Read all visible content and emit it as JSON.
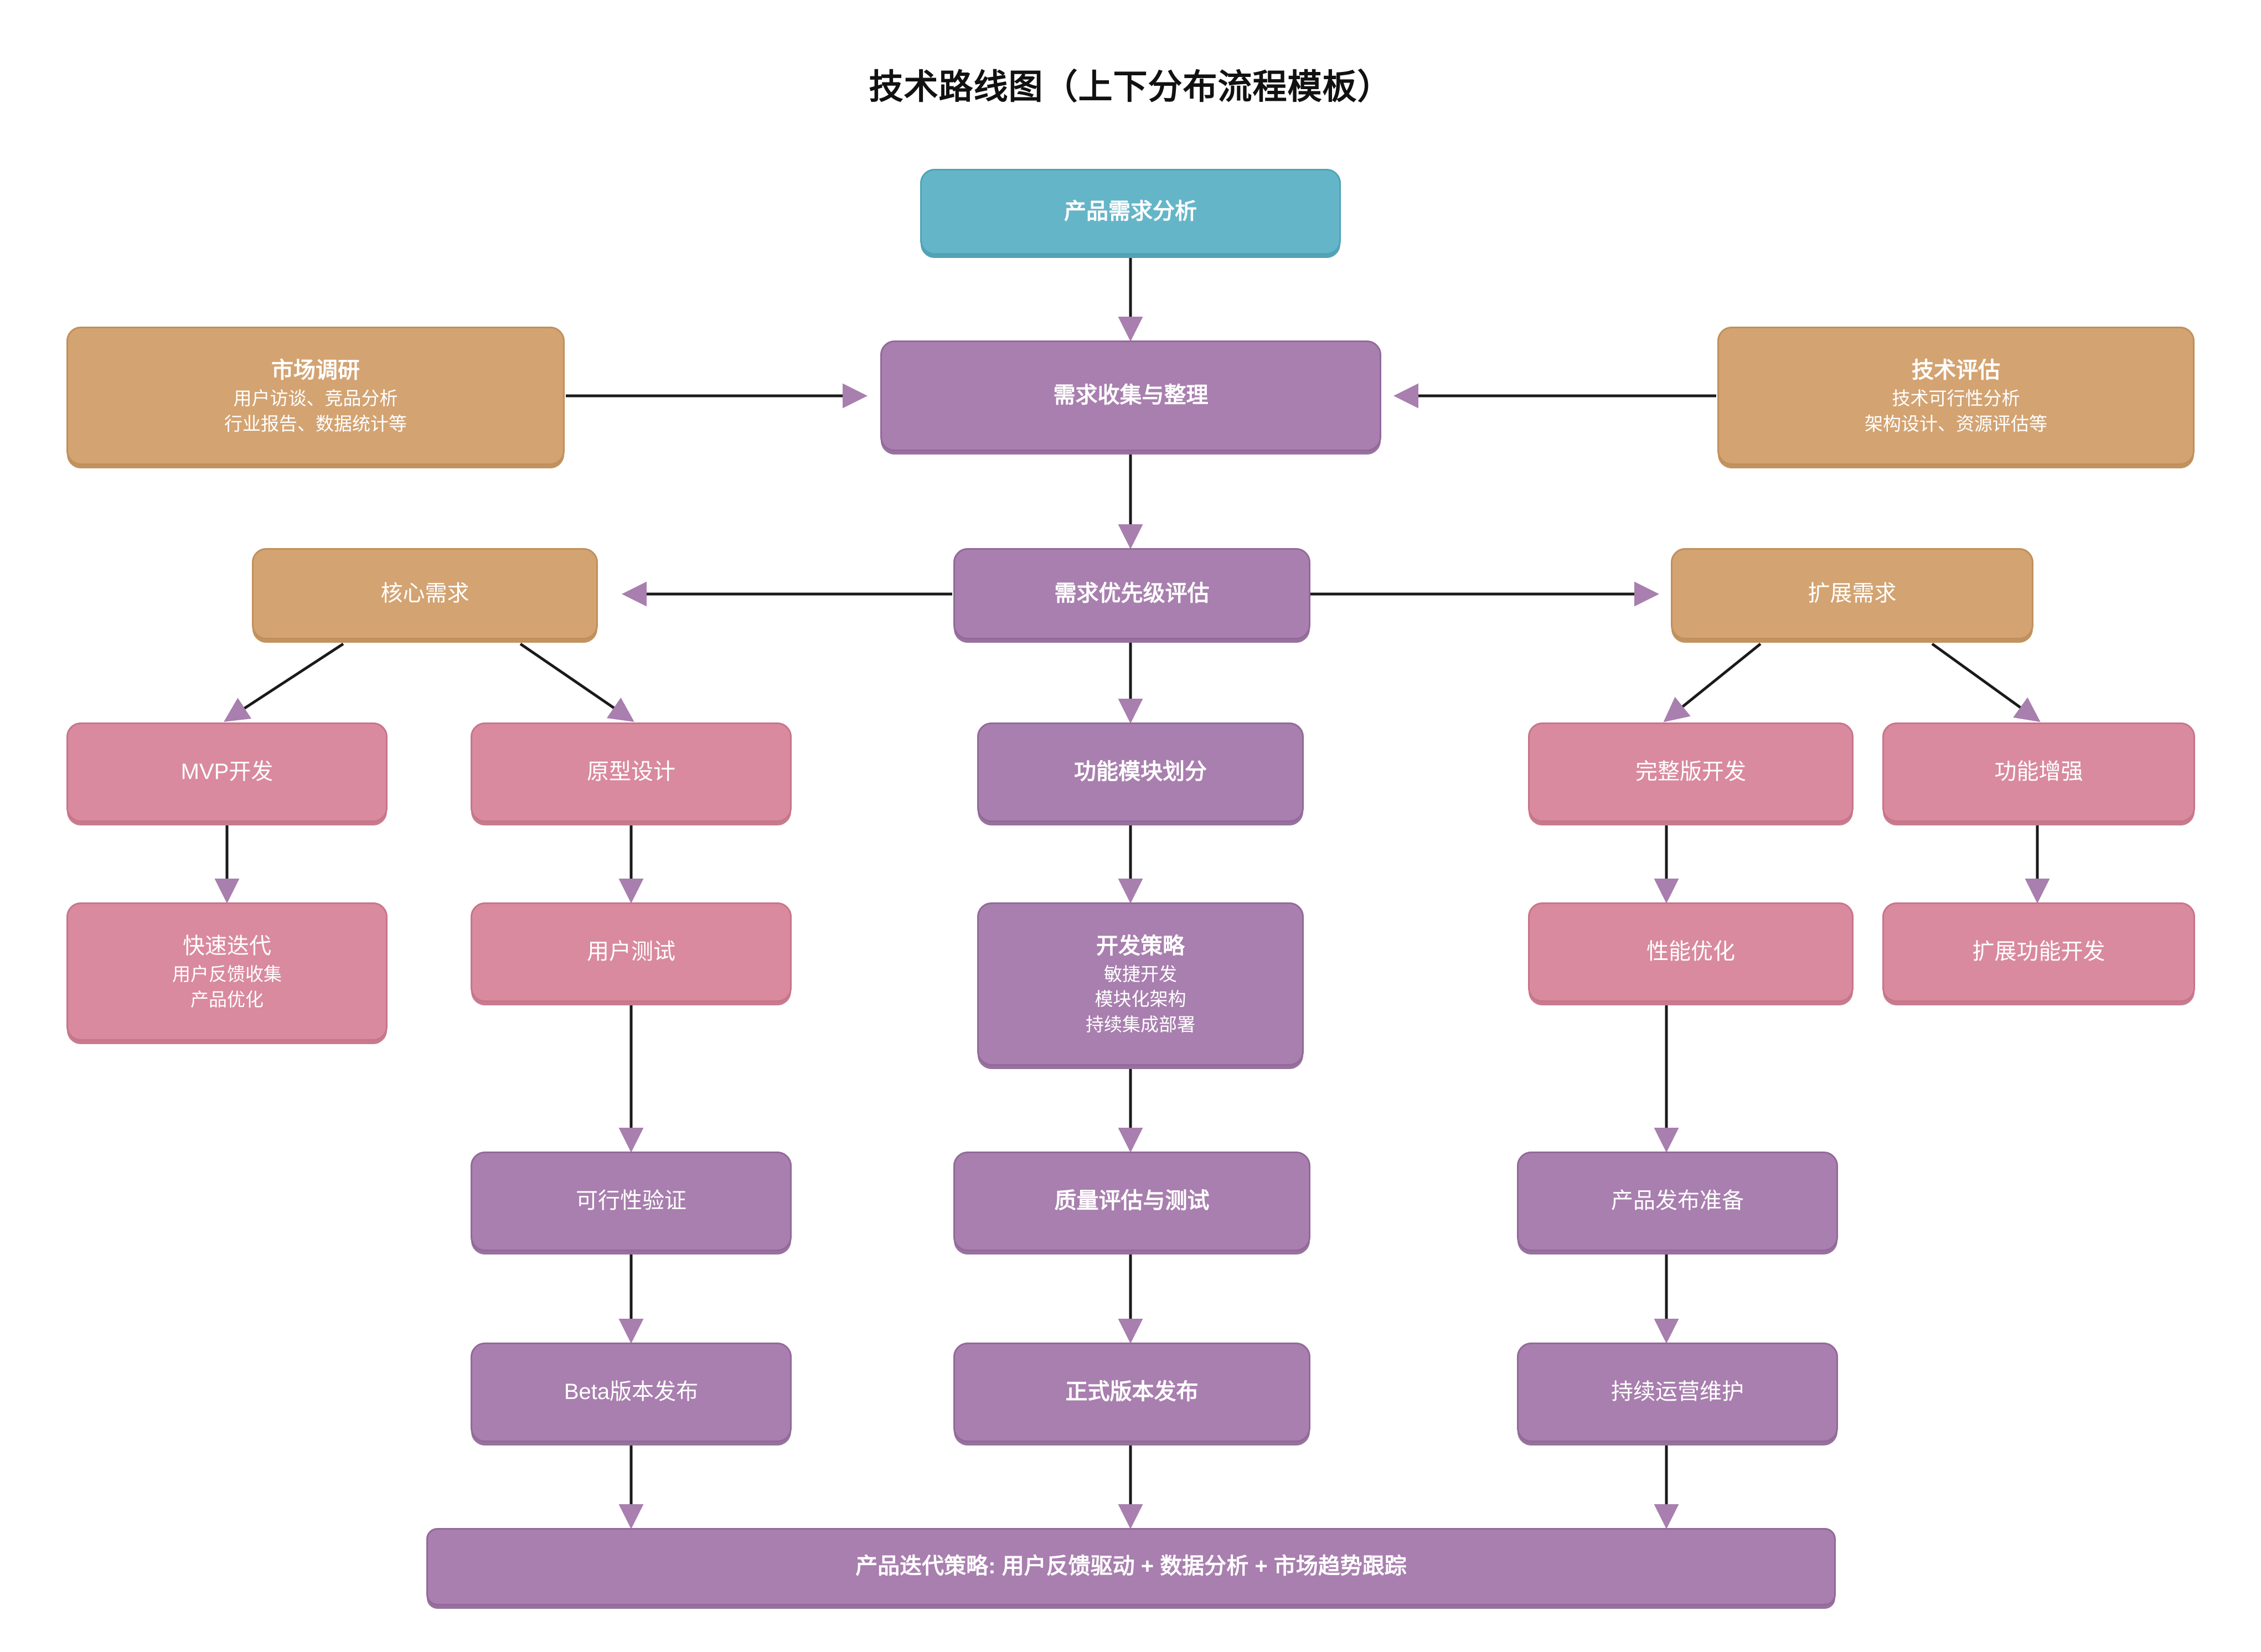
{
  "title": "技术路线图（上下分布流程模板）",
  "colors": {
    "teal": "#65b5c8",
    "tan": "#d3a372",
    "purple": "#a87fae",
    "pink": "#d98a9e",
    "arrow": "#a87fae",
    "line": "#1a1a1a",
    "text": "#ffffff",
    "title": "#111111",
    "background": "#ffffff"
  },
  "nodes": {
    "product_requirement_analysis": {
      "title": "产品需求分析",
      "subs": []
    },
    "market_research": {
      "title": "市场调研",
      "subs": [
        "用户访谈、竞品分析",
        "行业报告、数据统计等"
      ]
    },
    "requirement_collection": {
      "title": "需求收集与整理",
      "subs": []
    },
    "technical_assessment": {
      "title": "技术评估",
      "subs": [
        "技术可行性分析",
        "架构设计、资源评估等"
      ]
    },
    "core_requirements": {
      "title": "核心需求",
      "subs": []
    },
    "requirement_priority": {
      "title": "需求优先级评估",
      "subs": []
    },
    "extended_requirements": {
      "title": "扩展需求",
      "subs": []
    },
    "mvp_development": {
      "title": "MVP开发",
      "subs": []
    },
    "prototype_design": {
      "title": "原型设计",
      "subs": []
    },
    "module_division": {
      "title": "功能模块划分",
      "subs": []
    },
    "full_version_development": {
      "title": "完整版开发",
      "subs": []
    },
    "feature_enhancement": {
      "title": "功能增强",
      "subs": []
    },
    "rapid_iteration": {
      "title": "快速迭代",
      "subs": [
        "用户反馈收集",
        "产品优化"
      ]
    },
    "user_testing": {
      "title": "用户测试",
      "subs": []
    },
    "development_strategy": {
      "title": "开发策略",
      "subs": [
        "敏捷开发",
        "模块化架构",
        "持续集成部署"
      ]
    },
    "performance_optimization": {
      "title": "性能优化",
      "subs": []
    },
    "extended_feature_development": {
      "title": "扩展功能开发",
      "subs": []
    },
    "feasibility_verification": {
      "title": "可行性验证",
      "subs": []
    },
    "quality_assessment": {
      "title": "质量评估与测试",
      "subs": []
    },
    "release_preparation": {
      "title": "产品发布准备",
      "subs": []
    },
    "beta_release": {
      "title": "Beta版本发布",
      "subs": []
    },
    "official_release": {
      "title": "正式版本发布",
      "subs": []
    },
    "continuous_operation": {
      "title": "持续运营维护",
      "subs": []
    },
    "iteration_strategy": {
      "title": "产品迭代策略: 用户反馈驱动 + 数据分析 + 市场趋势跟踪",
      "subs": []
    }
  },
  "chart_data": {
    "type": "diagram",
    "title": "技术路线图（上下分布流程模板）",
    "flow": [
      {
        "from": "产品需求分析",
        "to": "需求收集与整理"
      },
      {
        "from": "市场调研",
        "to": "需求收集与整理"
      },
      {
        "from": "技术评估",
        "to": "需求收集与整理"
      },
      {
        "from": "需求收集与整理",
        "to": "需求优先级评估"
      },
      {
        "from": "需求优先级评估",
        "to": "核心需求"
      },
      {
        "from": "需求优先级评估",
        "to": "扩展需求"
      },
      {
        "from": "需求优先级评估",
        "to": "功能模块划分"
      },
      {
        "from": "核心需求",
        "to": "MVP开发"
      },
      {
        "from": "核心需求",
        "to": "原型设计"
      },
      {
        "from": "扩展需求",
        "to": "完整版开发"
      },
      {
        "from": "扩展需求",
        "to": "功能增强"
      },
      {
        "from": "MVP开发",
        "to": "快速迭代"
      },
      {
        "from": "原型设计",
        "to": "用户测试"
      },
      {
        "from": "功能模块划分",
        "to": "开发策略"
      },
      {
        "from": "完整版开发",
        "to": "性能优化"
      },
      {
        "from": "功能增强",
        "to": "扩展功能开发"
      },
      {
        "from": "用户测试",
        "to": "可行性验证"
      },
      {
        "from": "开发策略",
        "to": "质量评估与测试"
      },
      {
        "from": "性能优化",
        "to": "产品发布准备"
      },
      {
        "from": "可行性验证",
        "to": "Beta版本发布"
      },
      {
        "from": "质量评估与测试",
        "to": "正式版本发布"
      },
      {
        "from": "产品发布准备",
        "to": "持续运营维护"
      },
      {
        "from": "Beta版本发布",
        "to": "产品迭代策略"
      },
      {
        "from": "正式版本发布",
        "to": "产品迭代策略"
      },
      {
        "from": "持续运营维护",
        "to": "产品迭代策略"
      }
    ]
  }
}
